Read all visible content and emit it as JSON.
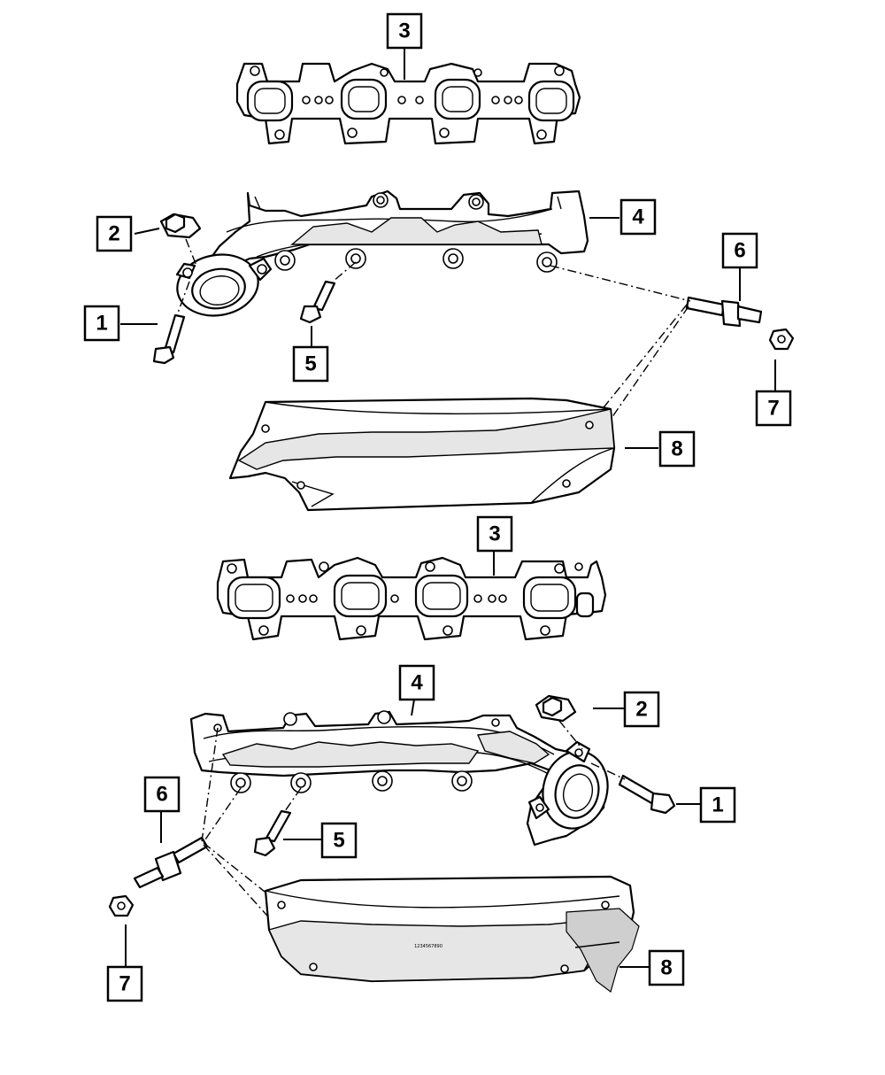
{
  "callouts": {
    "c1_upper": "1",
    "c2_upper": "2",
    "c3_upper": "3",
    "c4_upper": "4",
    "c5_upper": "5",
    "c6_upper": "6",
    "c7_upper": "7",
    "c8_upper": "8",
    "c3_lower": "3",
    "c4_lower": "4",
    "c2_lower": "2",
    "c1_lower": "1",
    "c6_lower": "6",
    "c5_lower": "5",
    "c7_lower": "7",
    "c8_lower": "8"
  },
  "shield_marking": "1234567890"
}
